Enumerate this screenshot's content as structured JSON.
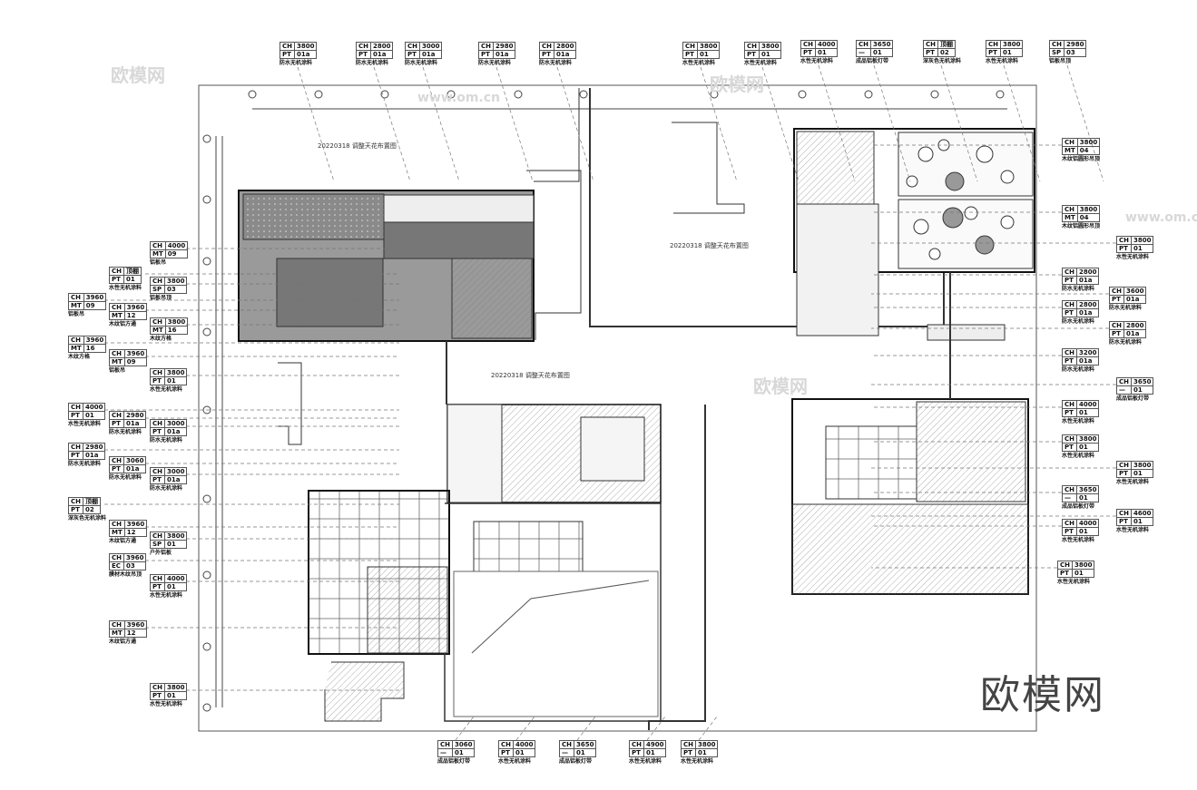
{
  "watermark": {
    "brand": "欧模网",
    "url": "www.om.cn"
  },
  "revision_notes": [
    "20220318 调整天花布置图",
    "20220318 调整天花布置图",
    "20220318 调整天花布置图"
  ],
  "tags": {
    "top": [
      {
        "ch": "CH",
        "h": "3800",
        "code": "PT",
        "spec": "01a",
        "note": "防水无机涂料"
      },
      {
        "ch": "CH",
        "h": "2800",
        "code": "PT",
        "spec": "01a",
        "note": "防水无机涂料"
      },
      {
        "ch": "CH",
        "h": "3000",
        "code": "PT",
        "spec": "01a",
        "note": "防水无机涂料"
      },
      {
        "ch": "CH",
        "h": "2980",
        "code": "PT",
        "spec": "01a",
        "note": "防水无机涂料"
      },
      {
        "ch": "CH",
        "h": "2800",
        "code": "PT",
        "spec": "01a",
        "note": "防水无机涂料"
      },
      {
        "ch": "CH",
        "h": "3800",
        "code": "PT",
        "spec": "01",
        "note": "水性无机涂料"
      },
      {
        "ch": "CH",
        "h": "3800",
        "code": "PT",
        "spec": "01",
        "note": "水性无机涂料"
      },
      {
        "ch": "CH",
        "h": "4000",
        "code": "PT",
        "spec": "01",
        "note": "水性无机涂料"
      },
      {
        "ch": "CH",
        "h": "3650",
        "code": "—",
        "spec": "01",
        "note": "成品铝板灯带"
      },
      {
        "ch": "CH",
        "h": "顶棚",
        "code": "PT",
        "spec": "02",
        "note": "深灰色无机涂料"
      },
      {
        "ch": "CH",
        "h": "3800",
        "code": "PT",
        "spec": "01",
        "note": "水性无机涂料"
      },
      {
        "ch": "CH",
        "h": "2980",
        "code": "SP",
        "spec": "03",
        "note": "铝板吊顶"
      }
    ],
    "right": [
      {
        "ch": "CH",
        "h": "3800",
        "code": "MT",
        "spec": "04",
        "note": "木纹铝圆形吊顶"
      },
      {
        "ch": "CH",
        "h": "3800",
        "code": "MT",
        "spec": "04",
        "note": "木纹铝圆形吊顶"
      },
      {
        "ch": "CH",
        "h": "3800",
        "code": "PT",
        "spec": "01",
        "note": "水性无机涂料"
      },
      {
        "ch": "CH",
        "h": "2800",
        "code": "PT",
        "spec": "01a",
        "note": "防水无机涂料"
      },
      {
        "ch": "CH",
        "h": "3600",
        "code": "PT",
        "spec": "01a",
        "note": "防水无机涂料"
      },
      {
        "ch": "CH",
        "h": "2800",
        "code": "PT",
        "spec": "01a",
        "note": "防水无机涂料"
      },
      {
        "ch": "CH",
        "h": "2800",
        "code": "PT",
        "spec": "01a",
        "note": "防水无机涂料"
      },
      {
        "ch": "CH",
        "h": "3200",
        "code": "PT",
        "spec": "01a",
        "note": "防水无机涂料"
      },
      {
        "ch": "CH",
        "h": "3650",
        "code": "—",
        "spec": "01",
        "note": "成品铝板灯带"
      },
      {
        "ch": "CH",
        "h": "4000",
        "code": "PT",
        "spec": "01",
        "note": "水性无机涂料"
      },
      {
        "ch": "CH",
        "h": "3800",
        "code": "PT",
        "spec": "01",
        "note": "水性无机涂料"
      },
      {
        "ch": "CH",
        "h": "3800",
        "code": "PT",
        "spec": "01",
        "note": "水性无机涂料"
      },
      {
        "ch": "CH",
        "h": "3650",
        "code": "—",
        "spec": "01",
        "note": "成品铝板灯带"
      },
      {
        "ch": "CH",
        "h": "4600",
        "code": "PT",
        "spec": "01",
        "note": "水性无机涂料"
      },
      {
        "ch": "CH",
        "h": "4000",
        "code": "PT",
        "spec": "01",
        "note": "水性无机涂料"
      },
      {
        "ch": "CH",
        "h": "3800",
        "code": "PT",
        "spec": "01",
        "note": "水性无机涂料"
      }
    ],
    "left": [
      {
        "ch": "CH",
        "h": "4000",
        "code": "MT",
        "spec": "09",
        "note": "铝板吊"
      },
      {
        "ch": "CH",
        "h": "顶棚",
        "code": "PT",
        "spec": "01",
        "note": "水性无机涂料"
      },
      {
        "ch": "CH",
        "h": "3800",
        "code": "SP",
        "spec": "03",
        "note": "铝板吊顶"
      },
      {
        "ch": "CH",
        "h": "3960",
        "code": "MT",
        "spec": "09",
        "note": "铝板吊"
      },
      {
        "ch": "CH",
        "h": "3960",
        "code": "MT",
        "spec": "12",
        "note": "木纹铝方通"
      },
      {
        "ch": "CH",
        "h": "3800",
        "code": "MT",
        "spec": "16",
        "note": "木纹方格"
      },
      {
        "ch": "CH",
        "h": "3960",
        "code": "MT",
        "spec": "16",
        "note": "木纹方格"
      },
      {
        "ch": "CH",
        "h": "3960",
        "code": "MT",
        "spec": "09",
        "note": "铝板吊"
      },
      {
        "ch": "CH",
        "h": "3800",
        "code": "PT",
        "spec": "01",
        "note": "水性无机涂料"
      },
      {
        "ch": "CH",
        "h": "4000",
        "code": "PT",
        "spec": "01",
        "note": "水性无机涂料"
      },
      {
        "ch": "CH",
        "h": "2980",
        "code": "PT",
        "spec": "01a",
        "note": "防水无机涂料"
      },
      {
        "ch": "CH",
        "h": "3000",
        "code": "PT",
        "spec": "01a",
        "note": "防水无机涂料"
      },
      {
        "ch": "CH",
        "h": "2980",
        "code": "PT",
        "spec": "01a",
        "note": "防水无机涂料"
      },
      {
        "ch": "CH",
        "h": "3060",
        "code": "PT",
        "spec": "01a",
        "note": "防水无机涂料"
      },
      {
        "ch": "CH",
        "h": "3000",
        "code": "PT",
        "spec": "01a",
        "note": "防水无机涂料"
      },
      {
        "ch": "CH",
        "h": "顶棚",
        "code": "PT",
        "spec": "02",
        "note": "深灰色无机涂料"
      },
      {
        "ch": "CH",
        "h": "3960",
        "code": "MT",
        "spec": "12",
        "note": "木纹铝方通"
      },
      {
        "ch": "CH",
        "h": "3800",
        "code": "SP",
        "spec": "01",
        "note": "户外铝板"
      },
      {
        "ch": "CH",
        "h": "3960",
        "code": "EC",
        "spec": "03",
        "note": "膜材木纹吊顶"
      },
      {
        "ch": "CH",
        "h": "4000",
        "code": "PT",
        "spec": "01",
        "note": "水性无机涂料"
      },
      {
        "ch": "CH",
        "h": "3960",
        "code": "MT",
        "spec": "12",
        "note": "木纹铝方通"
      },
      {
        "ch": "CH",
        "h": "3800",
        "code": "PT",
        "spec": "01",
        "note": "水性无机涂料"
      }
    ],
    "bottom": [
      {
        "ch": "CH",
        "h": "3060",
        "code": "—",
        "spec": "01",
        "note": "成品铝板灯带"
      },
      {
        "ch": "CH",
        "h": "4000",
        "code": "PT",
        "spec": "01",
        "note": "水性无机涂料"
      },
      {
        "ch": "CH",
        "h": "3650",
        "code": "—",
        "spec": "01",
        "note": "成品铝板灯带"
      },
      {
        "ch": "CH",
        "h": "4900",
        "code": "PT",
        "spec": "01",
        "note": "水性无机涂料"
      },
      {
        "ch": "CH",
        "h": "3800",
        "code": "PT",
        "spec": "01",
        "note": "水性无机涂料"
      }
    ]
  }
}
